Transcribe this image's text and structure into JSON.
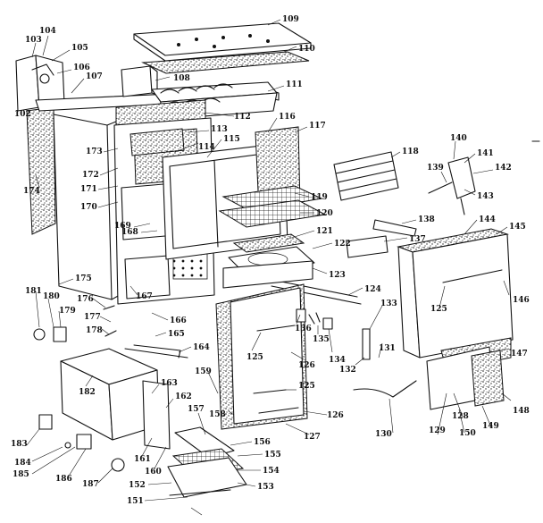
{
  "callouts": [
    {
      "id": "c109",
      "text": "109"
    },
    {
      "id": "c110",
      "text": "110"
    },
    {
      "id": "c103",
      "text": "103"
    },
    {
      "id": "c104",
      "text": "104"
    },
    {
      "id": "c105",
      "text": "105"
    },
    {
      "id": "c106",
      "text": "106"
    },
    {
      "id": "c107",
      "text": "107"
    },
    {
      "id": "c108",
      "text": "108"
    },
    {
      "id": "c111",
      "text": "111"
    },
    {
      "id": "c102",
      "text": "102"
    },
    {
      "id": "c112",
      "text": "112"
    },
    {
      "id": "c113",
      "text": "113"
    },
    {
      "id": "c116",
      "text": "116"
    },
    {
      "id": "c117",
      "text": "117"
    },
    {
      "id": "c173",
      "text": "173"
    },
    {
      "id": "c114",
      "text": "114"
    },
    {
      "id": "c115",
      "text": "115"
    },
    {
      "id": "c172",
      "text": "172"
    },
    {
      "id": "c171",
      "text": "171"
    },
    {
      "id": "c174",
      "text": "174"
    },
    {
      "id": "c170",
      "text": "170"
    },
    {
      "id": "c118",
      "text": "118"
    },
    {
      "id": "c140",
      "text": "140"
    },
    {
      "id": "c141",
      "text": "141"
    },
    {
      "id": "c139",
      "text": "139"
    },
    {
      "id": "c142",
      "text": "142"
    },
    {
      "id": "c143",
      "text": "143"
    },
    {
      "id": "c119",
      "text": "119"
    },
    {
      "id": "c120",
      "text": "120"
    },
    {
      "id": "c169",
      "text": "169"
    },
    {
      "id": "c168",
      "text": "168"
    },
    {
      "id": "c138",
      "text": "138"
    },
    {
      "id": "c121",
      "text": "121"
    },
    {
      "id": "c144",
      "text": "144"
    },
    {
      "id": "c145",
      "text": "145"
    },
    {
      "id": "c137",
      "text": "137"
    },
    {
      "id": "c122",
      "text": "122"
    },
    {
      "id": "c175",
      "text": "175"
    },
    {
      "id": "c123",
      "text": "123"
    },
    {
      "id": "c167",
      "text": "167"
    },
    {
      "id": "c124",
      "text": "124"
    },
    {
      "id": "c146",
      "text": "146"
    },
    {
      "id": "c181",
      "text": "181"
    },
    {
      "id": "c180",
      "text": "180"
    },
    {
      "id": "c176",
      "text": "176"
    },
    {
      "id": "c179",
      "text": "179"
    },
    {
      "id": "c133",
      "text": "133"
    },
    {
      "id": "c125a",
      "text": "125"
    },
    {
      "id": "c177",
      "text": "177"
    },
    {
      "id": "c166",
      "text": "166"
    },
    {
      "id": "c178",
      "text": "178"
    },
    {
      "id": "c165",
      "text": "165"
    },
    {
      "id": "c136",
      "text": "136"
    },
    {
      "id": "c135",
      "text": "135"
    },
    {
      "id": "c164",
      "text": "164"
    },
    {
      "id": "c131",
      "text": "131"
    },
    {
      "id": "c134",
      "text": "134"
    },
    {
      "id": "c125b",
      "text": "125"
    },
    {
      "id": "c126a",
      "text": "126"
    },
    {
      "id": "c132",
      "text": "132"
    },
    {
      "id": "c147",
      "text": "147"
    },
    {
      "id": "c159",
      "text": "159"
    },
    {
      "id": "c182",
      "text": "182"
    },
    {
      "id": "c163",
      "text": "163"
    },
    {
      "id": "c125c",
      "text": "125"
    },
    {
      "id": "c162",
      "text": "162"
    },
    {
      "id": "c148",
      "text": "148"
    },
    {
      "id": "c158",
      "text": "158"
    },
    {
      "id": "c126b",
      "text": "126"
    },
    {
      "id": "c157",
      "text": "157"
    },
    {
      "id": "c128",
      "text": "128"
    },
    {
      "id": "c149",
      "text": "149"
    },
    {
      "id": "c150",
      "text": "150"
    },
    {
      "id": "c129",
      "text": "129"
    },
    {
      "id": "c130",
      "text": "130"
    },
    {
      "id": "c127",
      "text": "127"
    },
    {
      "id": "c183",
      "text": "183"
    },
    {
      "id": "c156",
      "text": "156"
    },
    {
      "id": "c184",
      "text": "184"
    },
    {
      "id": "c161",
      "text": "161"
    },
    {
      "id": "c155",
      "text": "155"
    },
    {
      "id": "c185",
      "text": "185"
    },
    {
      "id": "c160",
      "text": "160"
    },
    {
      "id": "c154",
      "text": "154"
    },
    {
      "id": "c186",
      "text": "186"
    },
    {
      "id": "c187",
      "text": "187"
    },
    {
      "id": "c152",
      "text": "152"
    },
    {
      "id": "c153",
      "text": "153"
    },
    {
      "id": "c151",
      "text": "151"
    }
  ]
}
